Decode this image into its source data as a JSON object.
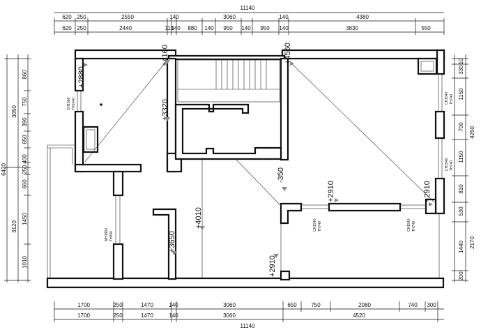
{
  "top_dimensions": {
    "overall": "11140",
    "row1": [
      "620",
      "250",
      "2550",
      "140",
      "3060",
      "140",
      "4380"
    ],
    "row2": [
      "620",
      "250",
      "2440",
      "110",
      "140",
      "880",
      "140",
      "950",
      "140",
      "950",
      "140",
      "3830",
      "550"
    ]
  },
  "bottom_dimensions": {
    "overall": "11140",
    "row1": [
      "1700",
      "250",
      "1470",
      "140",
      "3060",
      "650",
      "750",
      "2080",
      "740",
      "300"
    ],
    "row2": [
      "1700",
      "250",
      "1470",
      "140",
      "3060",
      "4520"
    ]
  },
  "left_dimensions": {
    "overall": "6420",
    "outer": [
      "3050",
      "3120"
    ],
    "inner": [
      "860",
      "750",
      "390",
      "650",
      "400",
      "250",
      "660",
      "1450",
      "1010"
    ]
  },
  "right_dimensions": {
    "outer": [
      "4250",
      "2170"
    ],
    "inner": [
      "330",
      "1150",
      "700",
      "1150",
      "810",
      "530",
      "1440",
      "200"
    ],
    "top_small": "10"
  },
  "elevations": [
    "+2880",
    "+4160",
    "+3320",
    "+4560",
    "-350",
    "+2910",
    "+2910",
    "+4010",
    "+3650",
    "+2910"
  ],
  "window_labels": {
    "left_top_1": "CH1580",
    "left_top_2": "TH1040",
    "mid_left_1": "MH1950",
    "mid_left_2": "TH350",
    "right_top_1": "CH1540",
    "right_top_2": "TH740",
    "right_mid_1": "CH1540",
    "right_mid_2": "TH740",
    "bottom_a_1": "CH1540",
    "bottom_a_2": "TH740",
    "bottom_b_1": "CH1540",
    "bottom_b_2": "TH740"
  },
  "colors": {
    "line": "#111111",
    "background": "#ffffff",
    "marker": "#888888"
  }
}
